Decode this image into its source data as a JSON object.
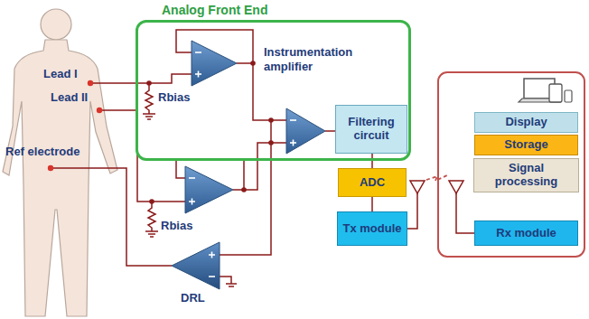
{
  "diagram": {
    "nodes": [
      {
        "text": [
          "Analog Front End"
        ]
      },
      {
        "text": [
          "Filtering circuit"
        ],
        "in": 0
      },
      {
        "text": [
          "ADC"
        ]
      },
      {
        "text": [
          "Tx module"
        ]
      },
      {
        "text": [
          "Display"
        ]
      },
      {
        "text": [
          "Storage"
        ]
      },
      {
        "text": [
          "Signal processing"
        ]
      },
      {
        "text": [
          "Rx module"
        ]
      }
    ],
    "edges": [
      {
        "from": 1,
        "to": 2,
        "arrow": "none"
      },
      {
        "from": 2,
        "to": 3,
        "arrow": "none"
      }
    ],
    "labels": [
      "Lead I",
      "Lead II",
      "Ref electrode",
      "Instrumentation amplifier",
      "Rbias",
      "Rbias",
      "DRL"
    ]
  }
}
